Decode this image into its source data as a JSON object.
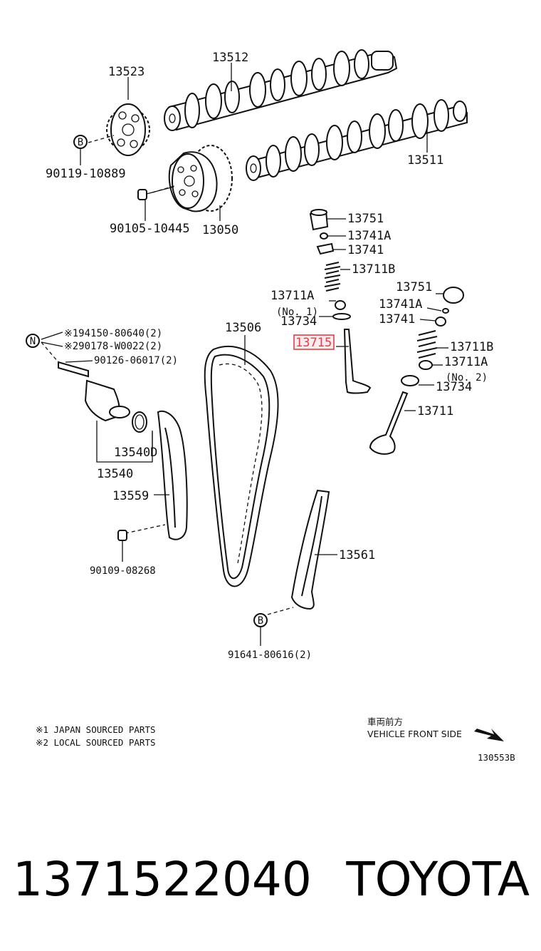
{
  "diagram": {
    "parts": {
      "camshaft_exhaust": "13512",
      "camshaft_intake": "13511",
      "cam_sprocket": "13523",
      "bolt_sprocket": "90119-10889",
      "vvt_gear": "13050",
      "bolt_vvt": "90105-10445",
      "lifter_1": "13751",
      "lock_1": "13741A",
      "retainer_1": "13741",
      "spring_1": "13711B",
      "seal_1": "13711A",
      "seal_1_note": "(No. 1)",
      "seat_1": "13734",
      "valve_highlighted": "13715",
      "lifter_2": "13751",
      "lock_2": "13741A",
      "retainer_2": "13741",
      "spring_2": "13711B",
      "seal_2": "13711A",
      "seal_2_note": "(No. 2)",
      "seat_2": "13734",
      "valve_2": "13711",
      "chain": "13506",
      "stud_note_1": "※194150-80640(2)",
      "stud_note_2": "※290178-W0022(2)",
      "stud": "90126-06017(2)",
      "tensioner_gasket": "13540D",
      "tensioner": "13540",
      "slipper_guide": "13559",
      "bolt_slipper": "90109-08268",
      "damper": "13561",
      "bolt_damper": "91641-80616(2)"
    },
    "callouts": {
      "b": "B",
      "n": "N"
    },
    "footnotes": {
      "japan": "※1 JAPAN SOURCED PARTS",
      "local": "※2 LOCAL SOURCED PARTS"
    },
    "direction": {
      "chinese": "車両前方",
      "english": "VEHICLE FRONT SIDE"
    },
    "figure_code": "130553B"
  },
  "caption": {
    "part_number": "1371522040",
    "brand": "TOYOTA"
  },
  "colors": {
    "highlight": "#d9424a",
    "highlight_fill": "#f7c9cc",
    "ink": "#111111"
  }
}
